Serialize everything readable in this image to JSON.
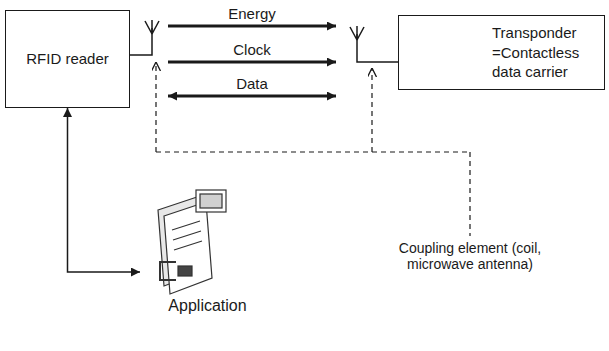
{
  "diagram": {
    "nodes": [
      {
        "text": [
          "RFID reader"
        ]
      },
      {
        "text": [
          "Transponder =Contactless data carrier"
        ]
      },
      {
        "text": [
          "Application"
        ]
      }
    ],
    "edges": [
      {
        "from": 0,
        "to": 1,
        "arrow": "to",
        "label": "Energy"
      },
      {
        "from": 0,
        "to": 1,
        "arrow": "to",
        "label": "Clock"
      },
      {
        "from": 0,
        "to": 1,
        "arrow": "both",
        "label": "Data"
      },
      {
        "from": 0,
        "to": 2,
        "arrow": "both"
      }
    ],
    "labels": [
      "Coupling element (coil, microwave antenna)"
    ]
  }
}
